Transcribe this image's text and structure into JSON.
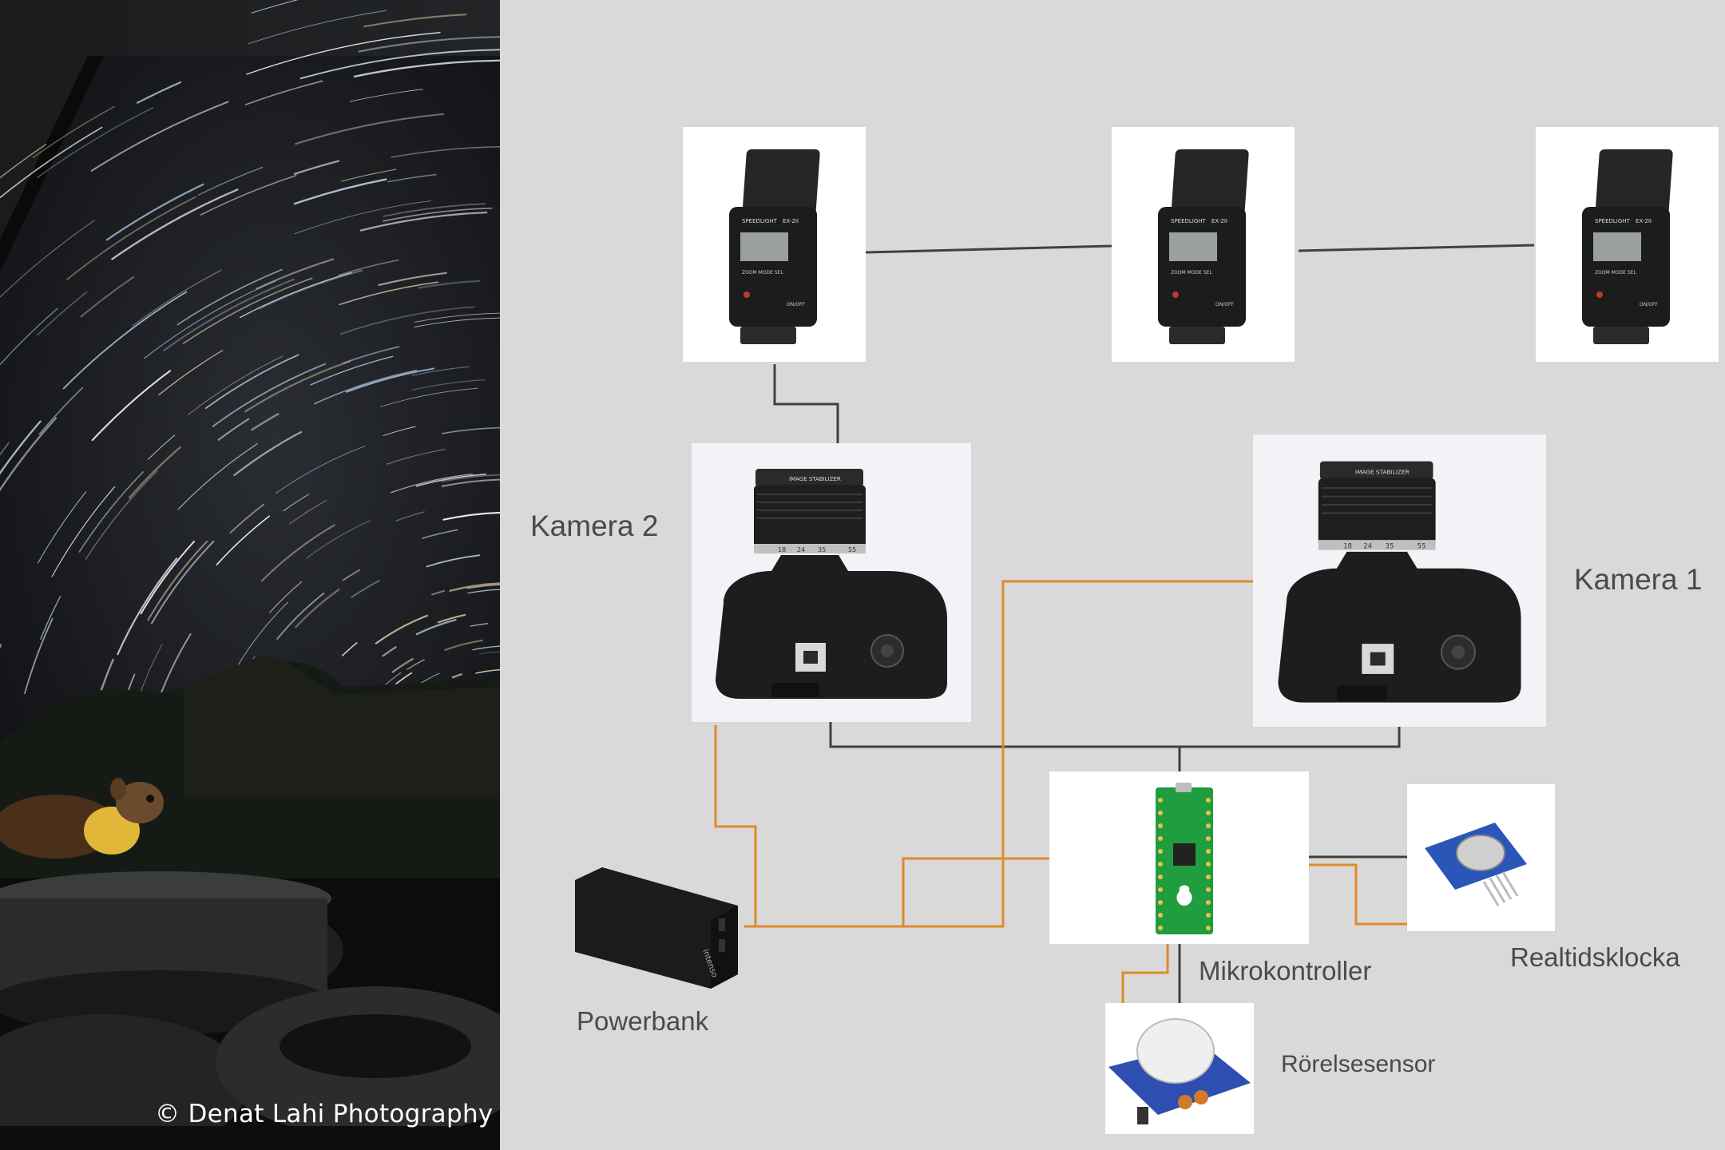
{
  "photo": {
    "credit": "© Denat Lahi Photography"
  },
  "diagram": {
    "labels": {
      "kamera2": "Kamera 2",
      "kamera1": "Kamera 1",
      "powerbank": "Powerbank",
      "mikrokontroller": "Mikrokontroller",
      "realtidsklocka": "Realtidsklocka",
      "rorelsesensor": "Rörelsesensor"
    },
    "device_text": {
      "flash_model": "SPEEDLIGHT",
      "flash_model_no": "EX-2II",
      "flash_zoom": "ZOOM  MODE  SEL",
      "flash_onoff": "ON/OFF",
      "lens_text": "IMAGE STABILIZER",
      "lens_scale": [
        "18",
        "24",
        "35",
        "55"
      ],
      "powerbank_brand": "intenso"
    },
    "colors": {
      "background": "#d9d9d9",
      "card": "#ffffff",
      "signal_wire": "#404040",
      "power_wire": "#e08a2a",
      "label_text": "#4a4a4a",
      "pcb_green": "#1f9d3f",
      "rtc_blue": "#2a56b8"
    },
    "icons": [
      "flash-icon",
      "camera-icon",
      "powerbank-icon",
      "microcontroller-icon",
      "rtc-module-icon",
      "motion-sensor-icon"
    ]
  }
}
